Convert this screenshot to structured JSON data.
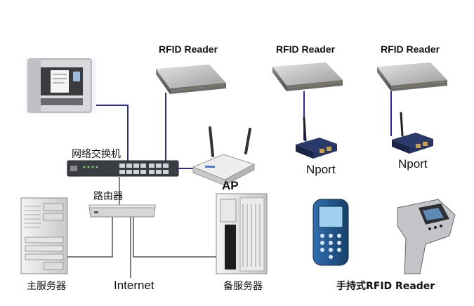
{
  "labels": {
    "reader_1": "RFID Reader",
    "reader_2": "RFID Reader",
    "reader_3": "RFID Reader",
    "switch": "网络交换机",
    "router": "路由器",
    "ap": "AP",
    "nport_1": "Nport",
    "nport_2": "Nport",
    "main_server": "主服务器",
    "backup_server": "备服务器",
    "internet": "Internet",
    "handheld": "手持式RFID Reader"
  },
  "colors": {
    "network_link": "#2a2aa8",
    "ethernet_link": "#555555"
  }
}
